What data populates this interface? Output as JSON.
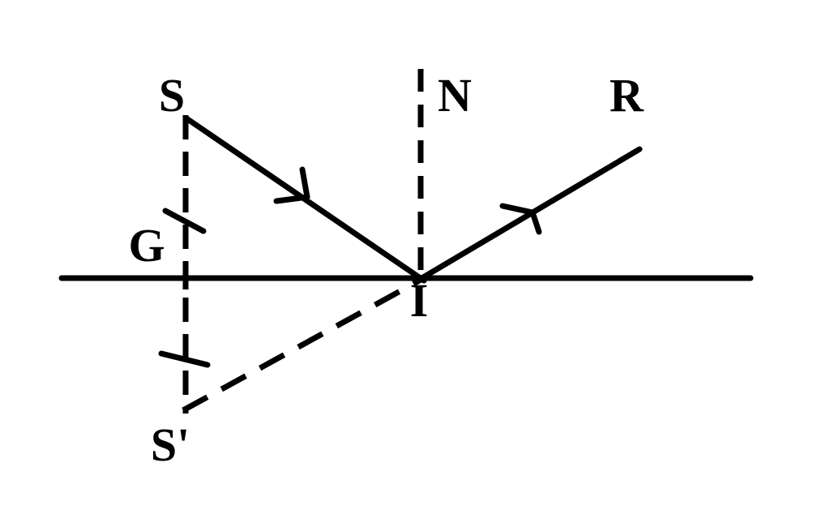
{
  "diagram": {
    "background": "#ffffff",
    "ink_color": "#000000",
    "labels": {
      "source": "S",
      "normal": "N",
      "reflected_ray": "R",
      "mirror_foot": "G",
      "incidence_point": "I",
      "image_point": "S'"
    }
  }
}
